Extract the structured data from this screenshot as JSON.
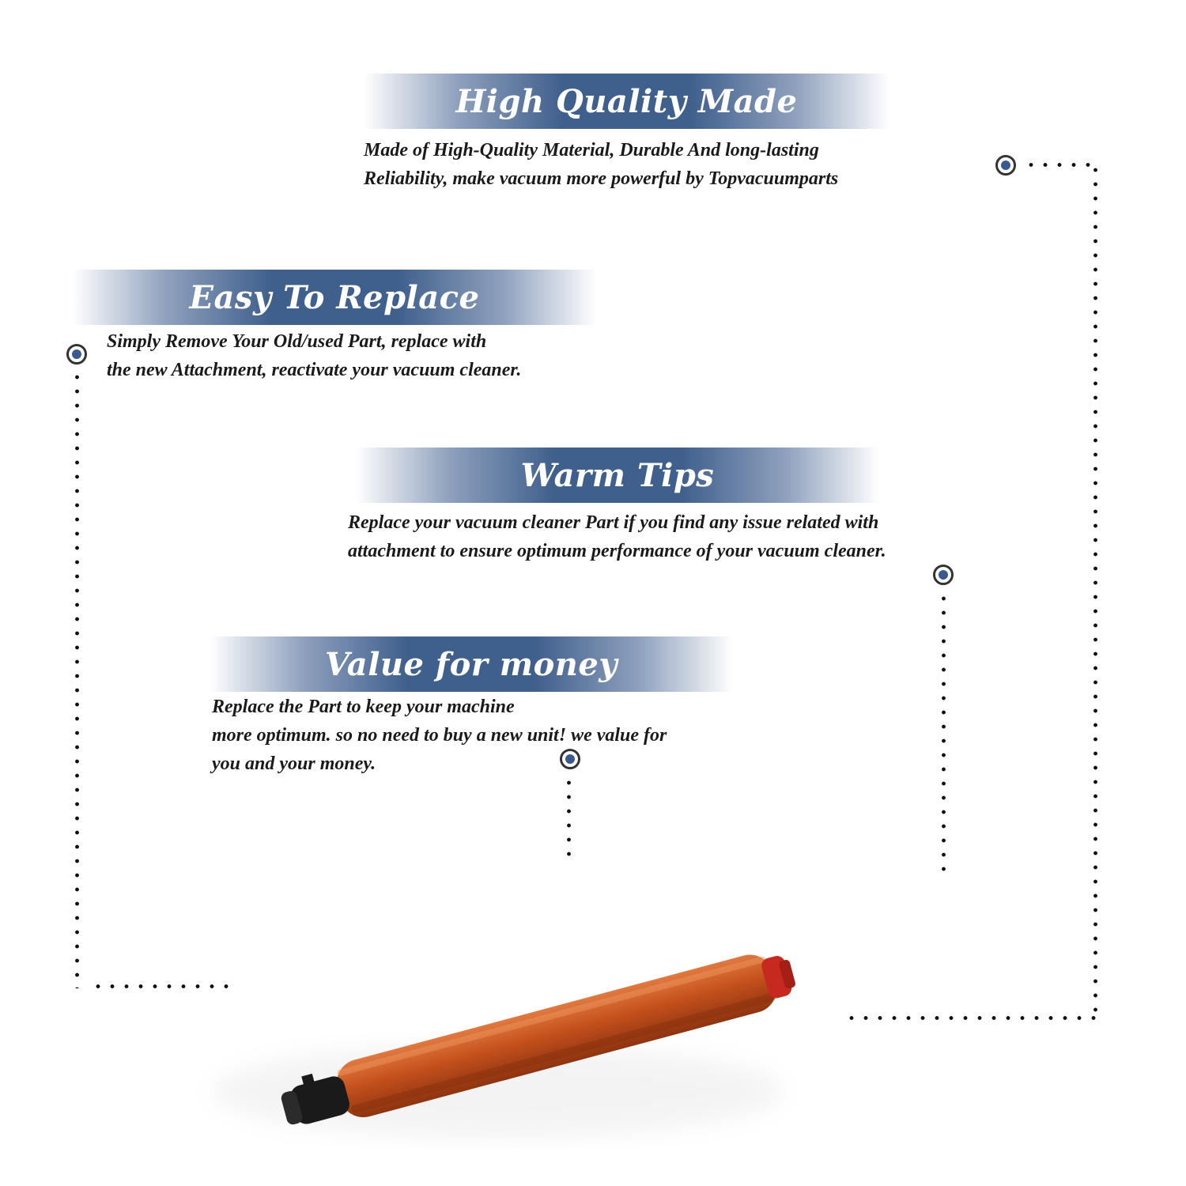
{
  "features": [
    {
      "title": "High Quality Made",
      "lines": [
        "Made of  High-Quality Material, Durable And long-lasting",
        "Reliability, make vacuum more powerful by Topvacuumparts"
      ]
    },
    {
      "title": "Easy To Replace",
      "lines": [
        "Simply Remove Your Old/used Part, replace with",
        "the new Attachment, reactivate your vacuum cleaner."
      ]
    },
    {
      "title": "Warm Tips",
      "lines": [
        "Replace your vacuum cleaner Part if you find any issue related with",
        " attachment to ensure optimum performance of your vacuum cleaner."
      ]
    },
    {
      "title": "Value for money",
      "lines": [
        "Replace the Part to keep your machine",
        "more optimum. so no need to buy a new unit! we value for",
        "you and your money."
      ]
    }
  ],
  "colors": {
    "banner_blue": "#3f5f8c",
    "marker_blue": "#3a5a8f",
    "roller_orange": "#c4501c",
    "end_cap_black": "#1a1a1a"
  },
  "icons": [
    "target-marker-icon",
    "vacuum-roller-icon"
  ]
}
